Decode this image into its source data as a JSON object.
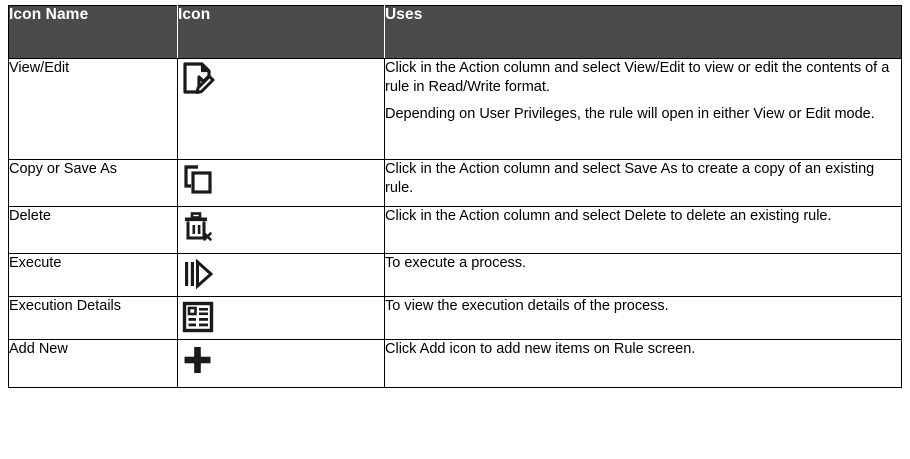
{
  "table": {
    "columns": [
      {
        "key": "icon_name",
        "label": "Icon Name"
      },
      {
        "key": "icon",
        "label": "Icon"
      },
      {
        "key": "uses",
        "label": "Uses"
      }
    ],
    "header_background": "#4b4b4b",
    "header_text_color": "#ffffff",
    "border_color": "#000000",
    "rows": [
      {
        "icon_name": "View/Edit",
        "icon": "document-edit-icon",
        "uses": [
          "Click in the Action column and select View/Edit to view or edit the contents of a rule in Read/Write format.",
          "Depending on User Privileges, the rule will open in either View or Edit mode."
        ]
      },
      {
        "icon_name": "Copy or Save As",
        "icon": "copy-icon",
        "uses": [
          "Click in the Action column and select Save As to create a copy of an existing rule."
        ]
      },
      {
        "icon_name": "Delete",
        "icon": "trash-delete-icon",
        "uses": [
          "Click in the Action column and select Delete to delete an existing rule."
        ]
      },
      {
        "icon_name": "Execute",
        "icon": "execute-play-icon",
        "uses": [
          "To execute a process."
        ]
      },
      {
        "icon_name": "Execution Details",
        "icon": "execution-details-icon",
        "uses": [
          "To view the execution details of the process."
        ]
      },
      {
        "icon_name": "Add New",
        "icon": "plus-add-icon",
        "uses": [
          "Click Add icon to add new items on Rule screen."
        ]
      }
    ]
  }
}
